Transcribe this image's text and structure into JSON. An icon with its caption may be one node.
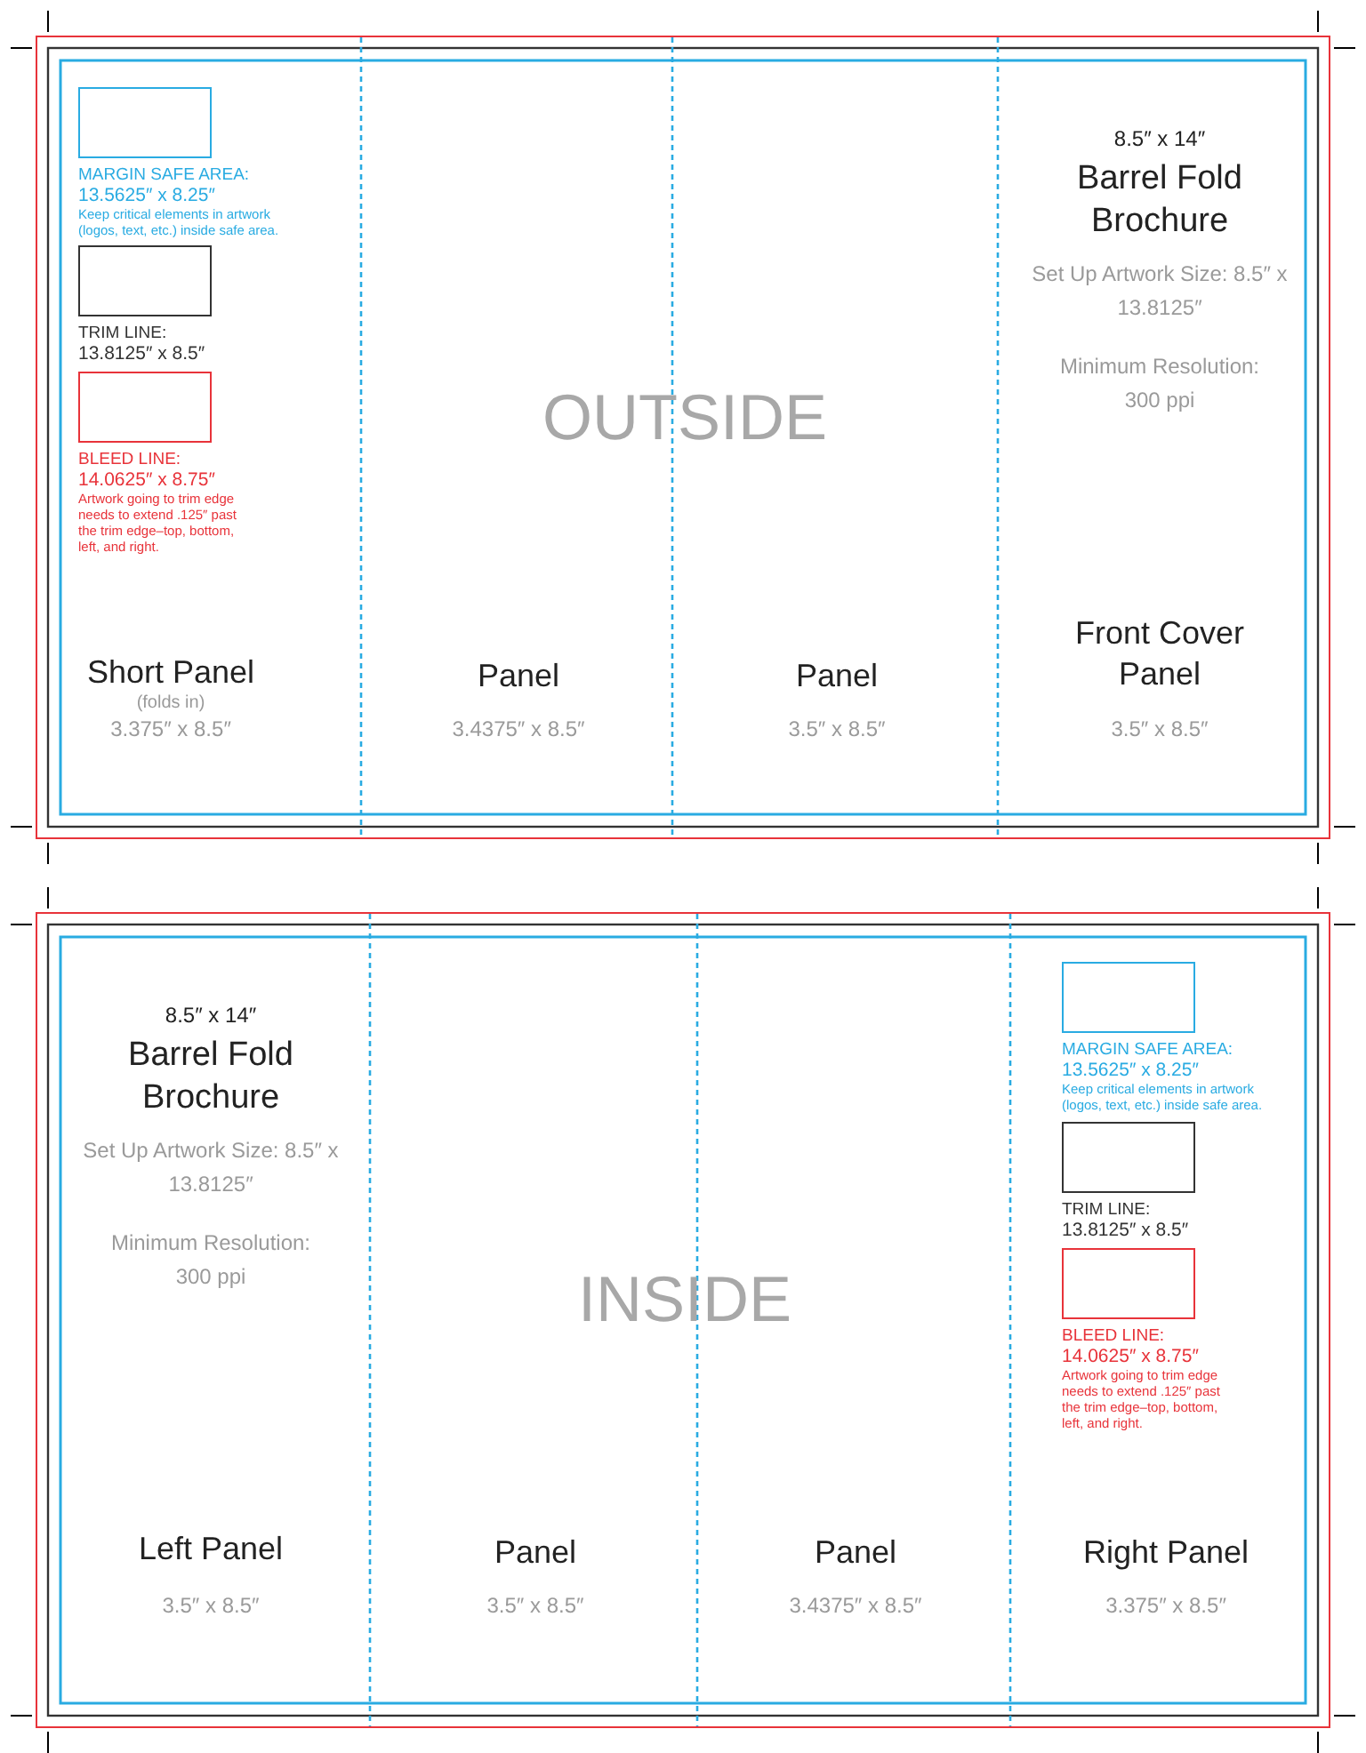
{
  "diagram": {
    "nodes": [
      {
        "text": [
          "OUTSIDE"
        ]
      },
      {
        "text": [
          "Short Panel",
          "(folds in)",
          "3.375″ x 8.5″"
        ],
        "in": 0
      },
      {
        "text": [
          "MARGIN SAFE AREA:",
          "13.5625″ x 8.25″",
          "Keep critical elements in artwork (logos, text, etc.) inside safe area."
        ],
        "in": 1
      },
      {
        "text": [
          "TRIM LINE:",
          "13.8125″ x 8.5″"
        ],
        "in": 1
      },
      {
        "text": [
          "BLEED LINE:",
          "14.0625″ x 8.75″",
          "Artwork going to trim edge needs to extend .125″ past the trim edge–top, bottom, left, and right."
        ],
        "in": 1
      },
      {
        "text": [
          "Panel",
          "3.4375″ x 8.5″"
        ],
        "in": 0
      },
      {
        "text": [
          "Panel",
          "3.5″ x 8.5″"
        ],
        "in": 0
      },
      {
        "text": [
          "8.5″ x 14″",
          "Barrel Fold Brochure",
          "Set Up Artwork Size: 8.5″ x 13.8125″",
          "Minimum Resolution: 300 ppi",
          "Front Cover Panel",
          "3.5″ x 8.5″"
        ],
        "in": 0
      },
      {
        "text": [
          "INSIDE"
        ]
      },
      {
        "text": [
          "8.5″ x 14″",
          "Barrel Fold Brochure",
          "Set Up Artwork Size: 8.5″ x 13.8125″",
          "Minimum Resolution: 300 ppi",
          "Left Panel",
          "3.5″ x 8.5″"
        ],
        "in": 8
      },
      {
        "text": [
          "Panel",
          "3.5″ x 8.5″"
        ],
        "in": 8
      },
      {
        "text": [
          "Panel",
          "3.4375″ x 8.5″"
        ],
        "in": 8
      },
      {
        "text": [
          "Right Panel",
          "3.375″ x 8.5″"
        ],
        "in": 8
      },
      {
        "text": [
          "MARGIN SAFE AREA:",
          "13.5625″ x 8.25″",
          "Keep critical elements in artwork (logos, text, etc.) inside safe area."
        ],
        "in": 12
      },
      {
        "text": [
          "TRIM LINE:",
          "13.8125″ x 8.5″"
        ],
        "in": 12
      },
      {
        "text": [
          "BLEED LINE:",
          "14.0625″ x 8.75″",
          "Artwork going to trim edge needs to extend .125″ past the trim edge–top, bottom, left, and right."
        ],
        "in": 12
      }
    ],
    "edges": []
  }
}
